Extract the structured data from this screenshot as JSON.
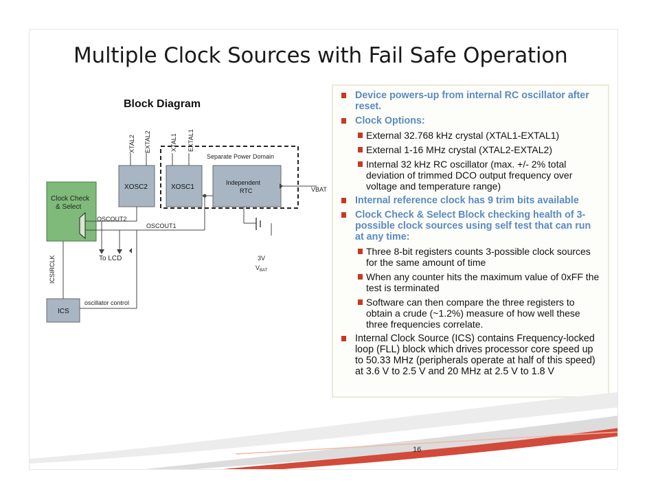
{
  "slide": {
    "title": "Multiple Clock Sources with Fail Safe Operation",
    "page_number": "16"
  },
  "diagram": {
    "heading": "Block Diagram",
    "clock_check_line1": "Clock Check",
    "clock_check_line2": "& Select",
    "xosc2": "XOSC2",
    "xosc1": "XOSC1",
    "rtc_line1": "Independent",
    "rtc_line2": "RTC",
    "ics": "ICS",
    "xtal2": "XTAL2",
    "extal2": "EXTAL2",
    "xtal1": "XTAL1",
    "extal1": "EXTAL1",
    "power_domain": "Separate Power Domain",
    "vbat": "VBAT",
    "oscout2": "OSCOUT2",
    "oscout1": "OSCOUT1",
    "to_lcd": "To LCD",
    "v3": "3V",
    "vbat_label": "V",
    "vbat_sub": "BAT",
    "icsirclk": "ICSIRCLK",
    "osc_control": "oscillator control"
  },
  "bullets": [
    {
      "text": "Device powers-up from internal RC oscillator after reset.",
      "style": "blue"
    },
    {
      "text": "Clock Options:",
      "style": "blue"
    },
    {
      "text": "External 32.768 kHz crystal (XTAL1-EXTAL1)",
      "style": "sub"
    },
    {
      "text": "External 1-16 MHz crystal (XTAL2-EXTAL2)",
      "style": "sub"
    },
    {
      "text": "Internal 32 kHz RC oscillator (max. +/- 2% total deviation of trimmed DCO output frequency over voltage and temperature range)",
      "style": "sub"
    },
    {
      "text": "Internal reference clock has 9 trim bits available",
      "style": "blue"
    },
    {
      "text": "Clock Check & Select Block checking health of 3-possible clock sources using self test that can run at any time:",
      "style": "blue"
    },
    {
      "text": "Three 8-bit registers counts 3-possible clock sources for the same amount of time",
      "style": "sub"
    },
    {
      "text": "When any counter hits the maximum value of 0xFF the test is terminated",
      "style": "sub"
    },
    {
      "text": "Software can then compare the three registers to obtain a crude (~1.2%) measure of how well these three frequencies correlate.",
      "style": "sub"
    },
    {
      "text": "Internal Clock Source (ICS) contains Frequency-locked loop (FLL) block which drives processor core speed up to 50.33 MHz (peripherals operate at half of this speed) at 3.6 V to 2.5 V and 20 MHz at 2.5 V to 1.8 V",
      "style": "plain"
    }
  ],
  "colors": {
    "accent_blue": "#5a8ac2",
    "bullet_red": "#c8391f",
    "block_gray": "#a8b6c4",
    "clock_check_green": "#7fba7a"
  }
}
